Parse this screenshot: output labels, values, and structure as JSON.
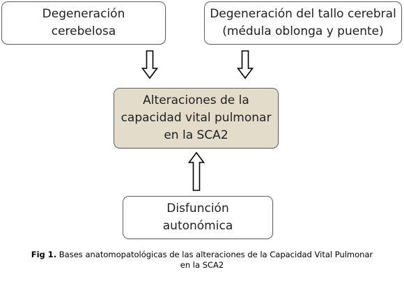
{
  "colors": {
    "central_fill": "#e2dccb",
    "box_border": "#5f5f5f",
    "box_fill": "#ffffff",
    "arrow_stroke": "#000000"
  },
  "boxes": {
    "cerebelosa": {
      "lines": [
        "Degeneración",
        "cerebelosa"
      ]
    },
    "tallo": {
      "lines": [
        "Degeneración del tallo cerebral",
        "(médula oblonga y puente)"
      ]
    },
    "central": {
      "lines": [
        "Alteraciones de la",
        "capacidad vital pulmonar",
        "en la SCA2"
      ]
    },
    "autonomica": {
      "lines": [
        "Disfunción",
        "autonómica"
      ]
    }
  },
  "arrows": [
    {
      "from": "cerebelosa",
      "to": "central",
      "icon": "hollow-down-arrow-icon"
    },
    {
      "from": "tallo",
      "to": "central",
      "icon": "hollow-down-arrow-icon"
    },
    {
      "from": "autonomica",
      "to": "central",
      "icon": "hollow-up-arrow-icon"
    }
  ],
  "caption": {
    "label": "Fig 1.",
    "line1": " Bases anatomopatológicas de las alteraciones de la Capacidad Vital Pulmonar",
    "line2": "en la SCA2"
  }
}
